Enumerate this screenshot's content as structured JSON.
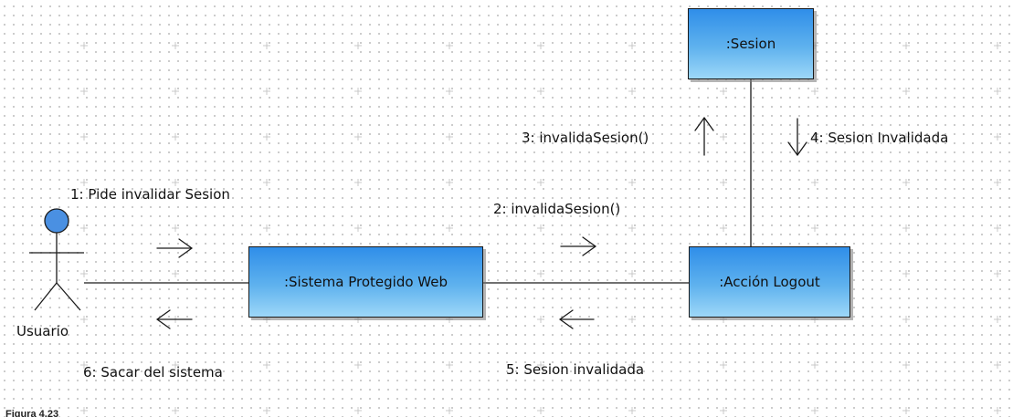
{
  "diagram": {
    "actor": {
      "name": "Usuario"
    },
    "objects": {
      "sesion": ":Sesion",
      "sistema": ":Sistema Protegido Web",
      "logout": ":Acción Logout"
    },
    "messages": [
      {
        "label": "1: Pide invalidar Sesion",
        "direction": "right"
      },
      {
        "label": "2: invalidaSesion()",
        "direction": "right"
      },
      {
        "label": "3: invalidaSesion()",
        "direction": "up"
      },
      {
        "label": "4: Sesion Invalidada",
        "direction": "down"
      },
      {
        "label": "5: Sesion invalidada",
        "direction": "left"
      },
      {
        "label": "6: Sacar del sistema",
        "direction": "left"
      }
    ],
    "caption": "Figura 4.23"
  },
  "colors": {
    "object_fill_top": "#2f8ee9",
    "object_fill_bottom": "#9dd7f8",
    "actor_head": "#4a90e2",
    "line": "#1a1a1a"
  }
}
